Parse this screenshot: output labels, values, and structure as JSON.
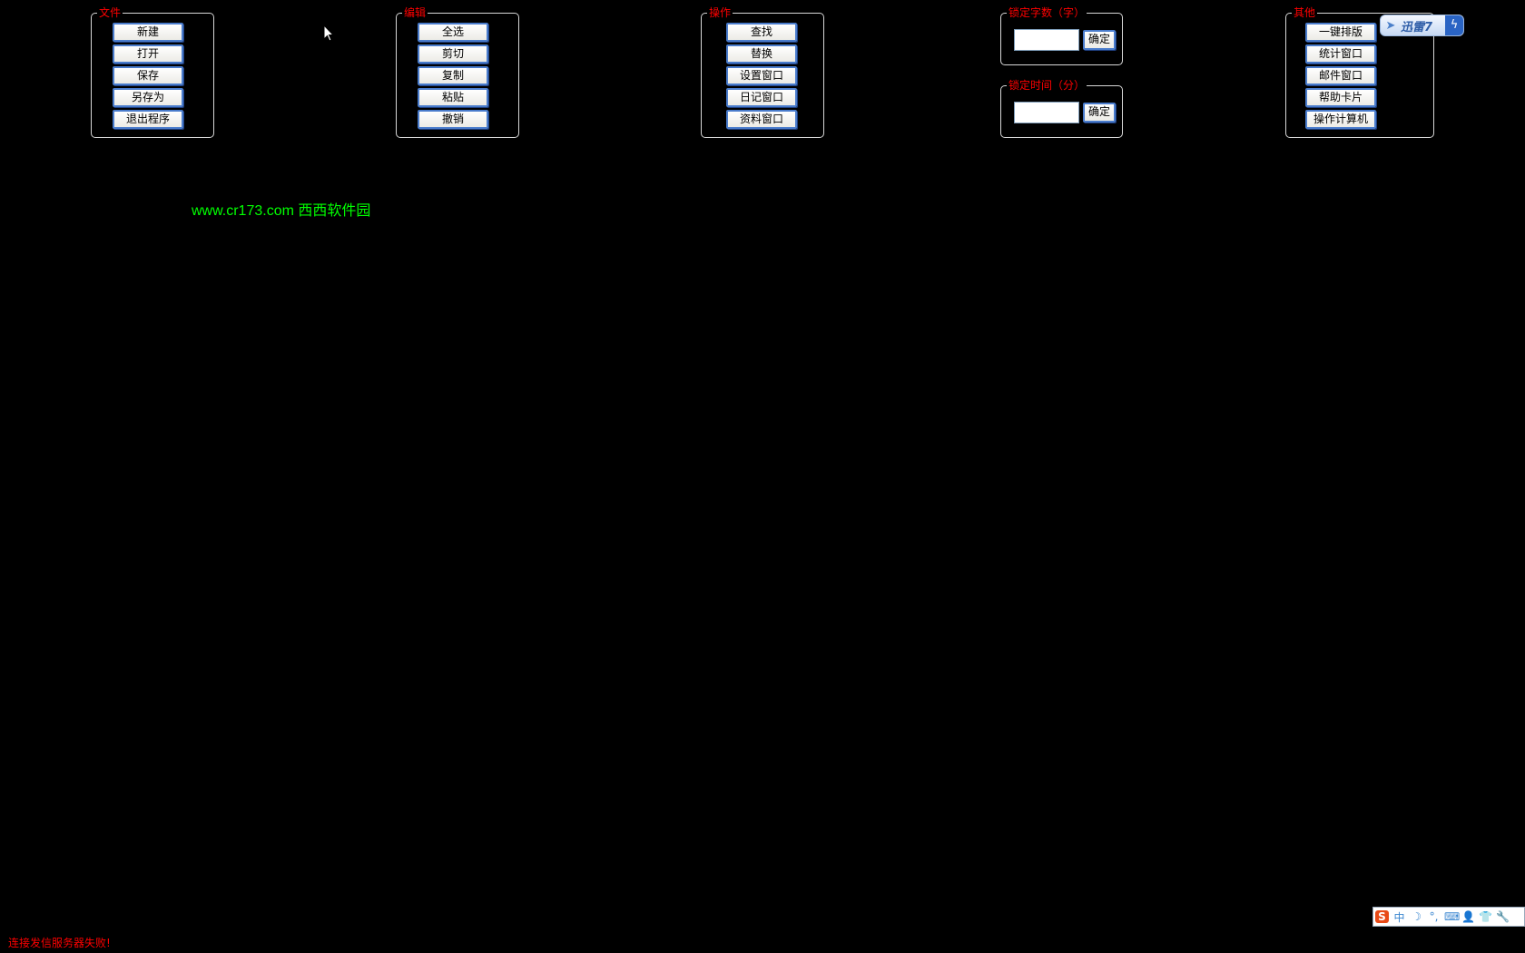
{
  "groups": {
    "file": {
      "title": "文件",
      "buttons": [
        "新建",
        "打开",
        "保存",
        "另存为",
        "退出程序"
      ]
    },
    "edit": {
      "title": "编辑",
      "buttons": [
        "全选",
        "剪切",
        "复制",
        "粘贴",
        "撤销"
      ]
    },
    "operate": {
      "title": "操作",
      "buttons": [
        "查找",
        "替换",
        "设置窗口",
        "日记窗口",
        "资料窗口"
      ]
    },
    "lock_words": {
      "title": "锁定字数（字）",
      "value": "",
      "confirm": "确定"
    },
    "lock_time": {
      "title": "锁定时间（分）",
      "value": "",
      "confirm": "确定"
    },
    "other": {
      "title": "其他",
      "buttons": [
        "一键排版",
        "统计窗口",
        "邮件窗口",
        "帮助卡片",
        "操作计算机"
      ]
    }
  },
  "watermark": "www.cr173.com 西西软件园",
  "status": "连接发信服务器失败!",
  "xunlei": {
    "label": "迅雷7"
  },
  "ime": {
    "items": [
      "S",
      "中",
      "☽",
      "°,",
      "⌨",
      "👤",
      "👕",
      "🔧"
    ]
  }
}
